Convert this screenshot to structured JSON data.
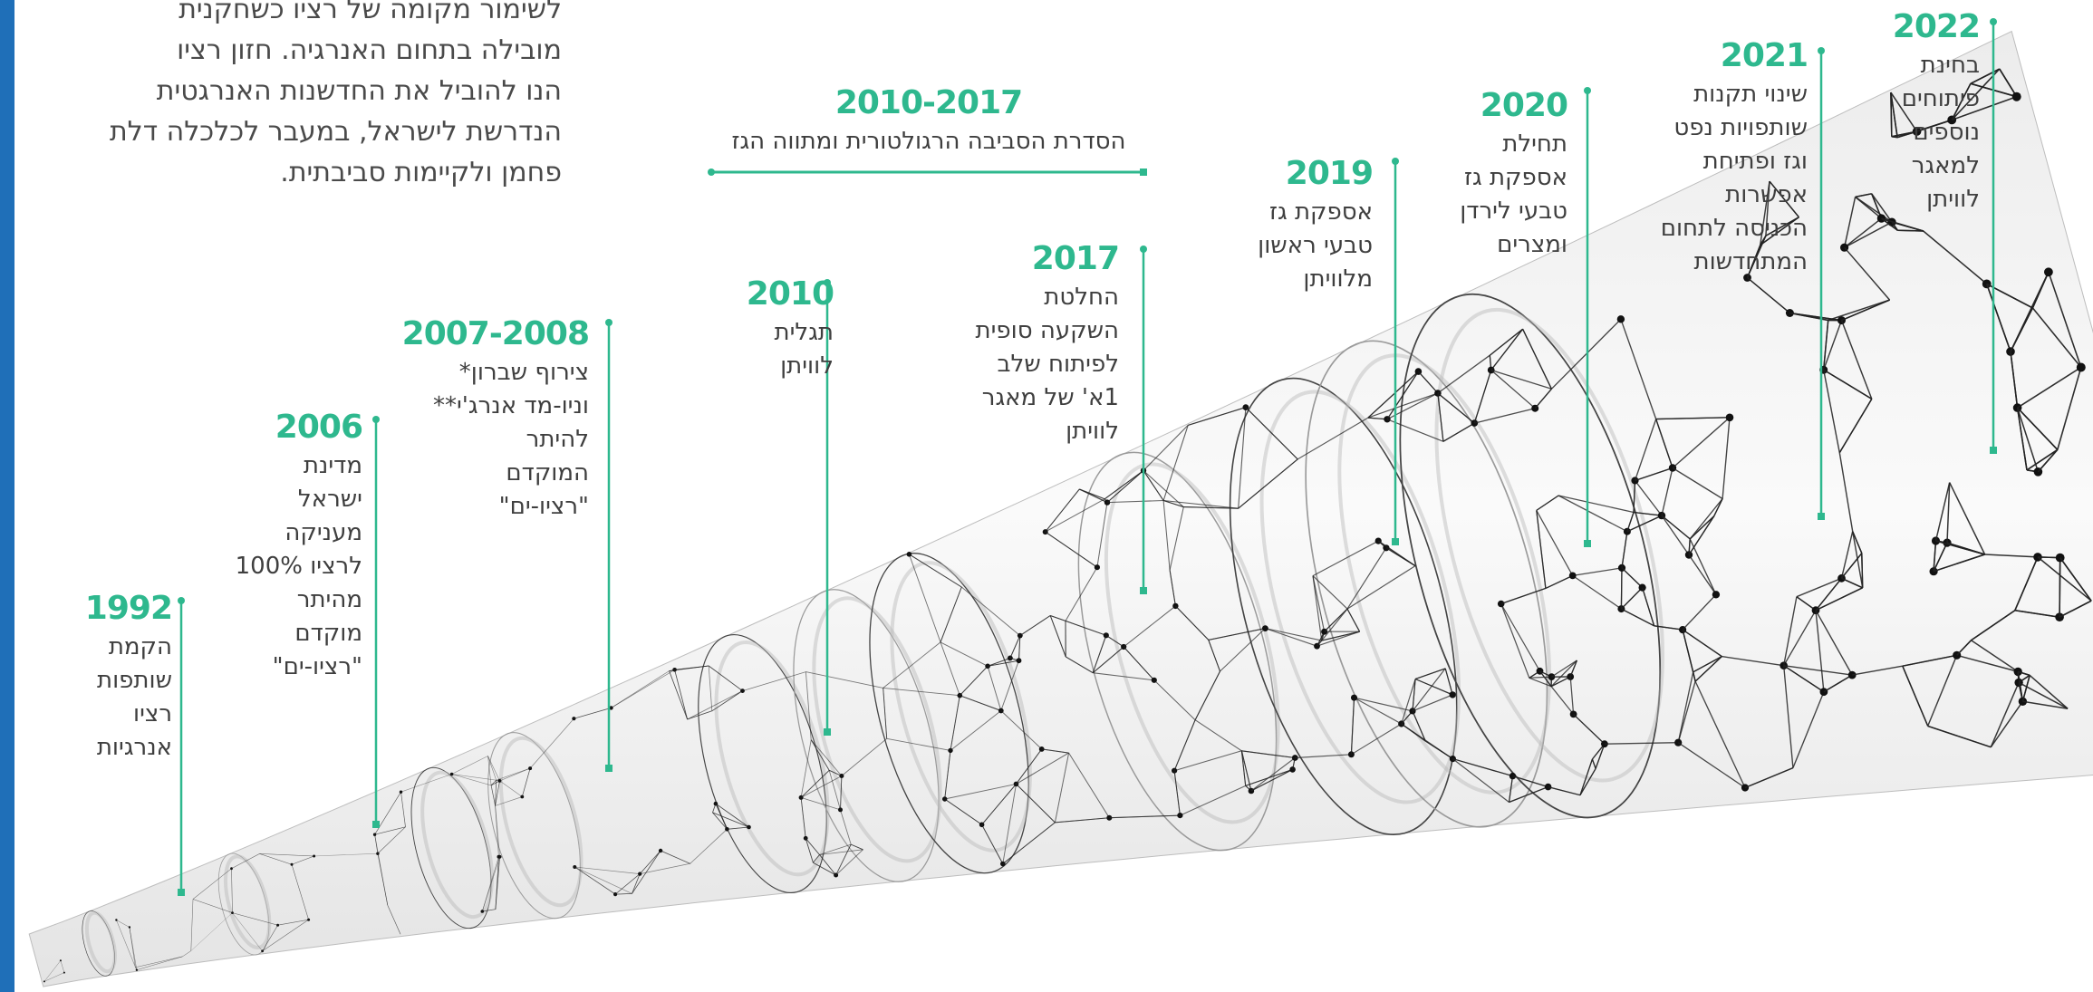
{
  "intro_lines": [
    "לשימור מקומה של רציו כשחקנית",
    "מובילה בתחום האנרגיה. חזון רציו",
    "הנו להוביל את החדשנות האנרגטית",
    "הנדרשת לישראל, במעבר לכלכלה דלת",
    "פחמן ולקיימות סביבתית."
  ],
  "span_event": {
    "year": "2010-2017",
    "text": "הסדרת הסביבה הרגולטורית ומתווה הגז"
  },
  "events": [
    {
      "year": "1992",
      "lines": [
        "הקמת",
        "שותפות",
        "רציו",
        "אנרגיות"
      ]
    },
    {
      "year": "2006",
      "lines": [
        "מדינת",
        "ישראל",
        "מעניקה",
        "לרציו 100%",
        "מהיתר",
        "מוקדם",
        "\"רציו-ים\""
      ]
    },
    {
      "year": "2007-2008",
      "lines": [
        "צירוף שברון*",
        "וניו-מד אנרג'י**",
        "להיתר",
        "המוקדם",
        "\"רציו-ים\""
      ]
    },
    {
      "year": "2010",
      "lines": [
        "תגלית",
        "לוויתן"
      ]
    },
    {
      "year": "2017",
      "lines": [
        "החלטת",
        "השקעה סופית",
        "לפיתוח שלב",
        "1א' של מאגר",
        "לוויתן"
      ]
    },
    {
      "year": "2019",
      "lines": [
        "אספקת גז",
        "טבעי ראשון",
        "מלוויתן"
      ]
    },
    {
      "year": "2020",
      "lines": [
        "תחילת",
        "אספקת גז",
        "טבעי לירדן",
        "ומצרים"
      ]
    },
    {
      "year": "2021",
      "lines": [
        "שינוי תקנות",
        "שותפויות נפט",
        "וגז ופתיחת",
        "אפשרות",
        "הכניסה לתחום",
        "המתחדשות"
      ]
    },
    {
      "year": "2022",
      "lines": [
        "בחינת",
        "פיתוחים",
        "נוספים",
        "למאגר",
        "לוויתן"
      ]
    }
  ],
  "colors": {
    "accent": "#2eb88e",
    "side_bar": "#1f6fb8",
    "text": "#3f3f3f",
    "mesh": "#222222"
  }
}
